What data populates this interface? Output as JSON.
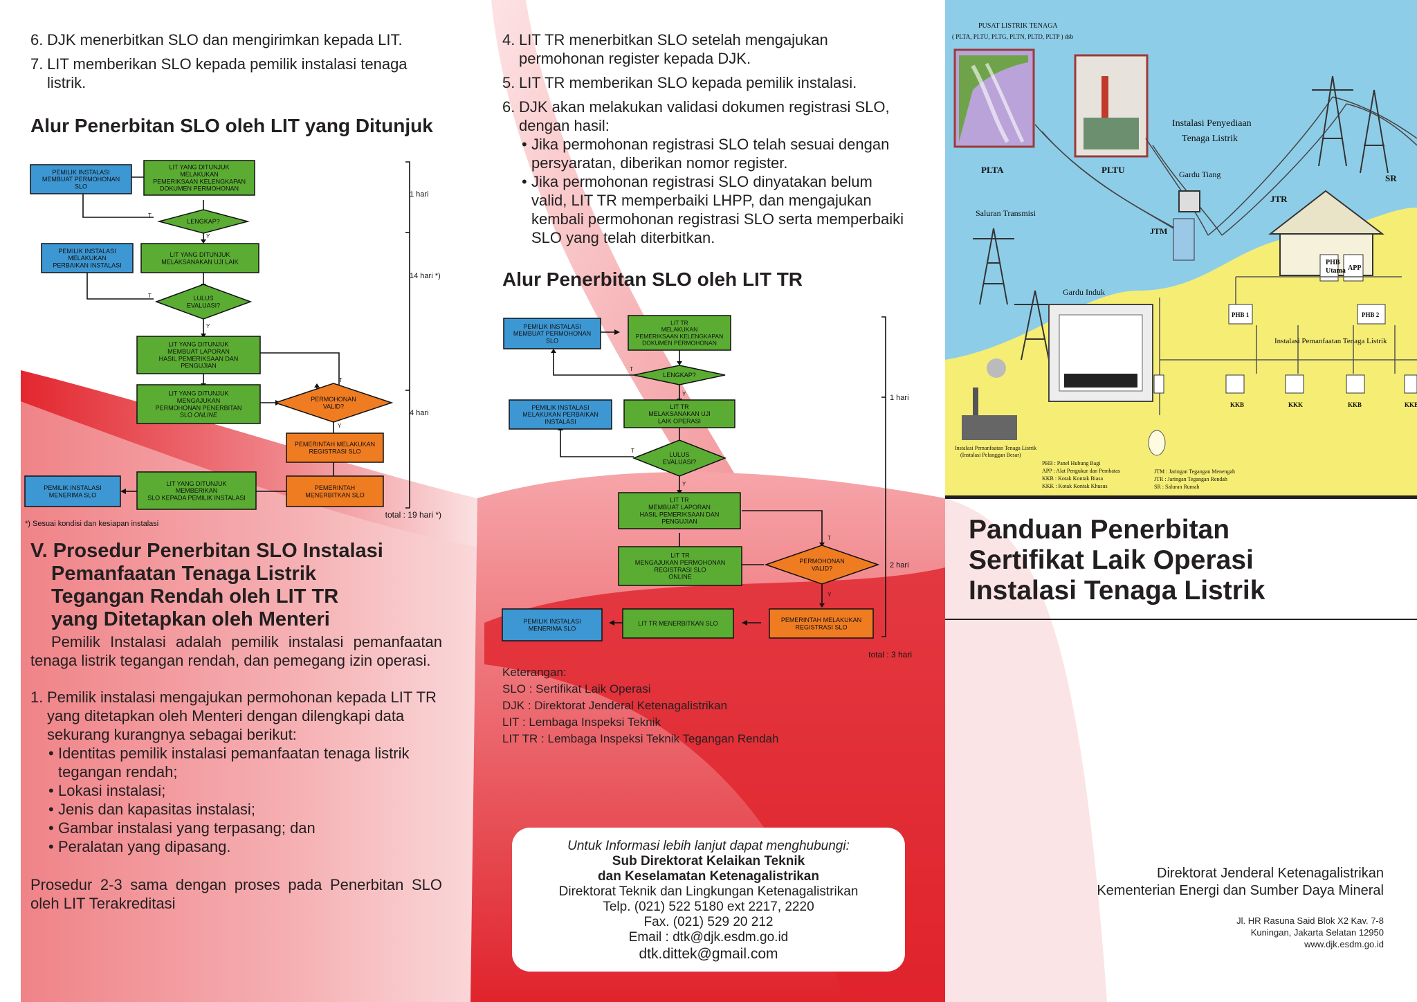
{
  "colors": {
    "red": "#e0232c",
    "pink": "#f7c6c8",
    "green": "#5aac32",
    "blue": "#3d97d3",
    "orange": "#f07c22",
    "sky": "#8ecde8",
    "sand": "#f6ee74"
  },
  "left": {
    "items_top": [
      {
        "num": "6.",
        "text": "DJK menerbitkan SLO dan mengirimkan kepada LIT."
      },
      {
        "num": "7.",
        "text": "LIT memberikan SLO kepada pemilik instalasi tenaga listrik."
      }
    ],
    "flow_title": "Alur Penerbitan SLO oleh LIT yang Ditunjuk",
    "flow": {
      "b1": "PEMILIK INSTALASI|MEMBUAT PERMOHONAN|SLO",
      "b2": "LIT YANG DITUNJUK|MELAKUKAN|PEMERIKSAAN KELENGKAPAN|DOKUMEN PERMOHONAN",
      "d1": "LENGKAP?",
      "b3": "PEMILIK INSTALASI|MELAKUKAN|PERBAIKAN INSTALASI",
      "b4": "LIT YANG DITUNJUK|MELAKSANAKAN UJI LAIK",
      "d2": "LULUS|EVALUASI?",
      "b5": "LIT YANG DITUNJUK|MEMBUAT LAPORAN|HASIL PEMERIKSAAN DAN|PENGUJIAN",
      "b6": "LIT YANG DITUNJUK|MENGAJUKAN|PERMOHONAN PENERBITAN|SLO ONLINE",
      "d3": "PERMOHONAN|VALID?",
      "b7": "PEMERINTAH MELAKUKAN|REGISTRASI SLO",
      "b8": "PEMILIK INSTALASI|MENERIMA SLO",
      "b9": "LIT YANG DITUNJUK|MEMBERIKAN|SLO KEPADA PEMILIK INSTALASI",
      "b10": "PEMERINTAH|MENERBITKAN SLO",
      "t": "T",
      "y": "Y",
      "time1": "1 hari",
      "time2": "14 hari *)",
      "time3": "4 hari",
      "total": "total : 19 hari *)",
      "note": "*)  Sesuai kondisi dan kesiapan instalasi"
    },
    "section_title": "V. Prosedur Penerbitan SLO Instalasi|Pemanfaatan Tenaga Listrik|Tegangan Rendah oleh LIT TR|yang Ditetapkan oleh Menteri",
    "intro": "Pemilik Instalasi adalah pemilik instalasi pemanfaatan tenaga listrik tegangan rendah, dan pemegang izin operasi.",
    "item1_num": "1.",
    "item1": "Pemilik instalasi mengajukan permohonan kepada LIT TR yang ditetapkan oleh Menteri dengan dilengkapi data sekurang kurangnya sebagai berikut:",
    "bullets": [
      "Identitas pemilik instalasi pemanfaatan tenaga listrik tegangan rendah;",
      "Lokasi instalasi;",
      "Jenis dan kapasitas instalasi;",
      "Gambar instalasi yang terpasang; dan",
      "Peralatan yang dipasang."
    ],
    "closing": "Prosedur 2-3 sama dengan proses pada Penerbitan SLO oleh LIT Terakreditasi"
  },
  "middle": {
    "items": [
      {
        "num": "4.",
        "text": "LIT TR menerbitkan SLO setelah mengajukan permohonan register kepada DJK."
      },
      {
        "num": "5.",
        "text": "LIT TR memberikan SLO kepada pemilik instalasi."
      },
      {
        "num": "6.",
        "text": "DJK akan melakukan validasi dokumen registrasi SLO, dengan hasil:"
      }
    ],
    "sub_bullets": [
      "Jika permohonan registrasi SLO telah sesuai dengan persyaratan, diberikan nomor register.",
      "Jika permohonan registrasi SLO dinyatakan belum valid, LIT TR memperbaiki LHPP, dan mengajukan kembali permohonan registrasi SLO serta memperbaiki SLO yang telah diterbitkan."
    ],
    "flow_title": "Alur Penerbitan SLO oleh LIT TR",
    "flow": {
      "b1": "PEMILIK INSTALASI|MEMBUAT PERMOHONAN|SLO",
      "b2": "LIT TR|MELAKUKAN|PEMERIKSAAN KELENGKAPAN|DOKUMEN PERMOHONAN",
      "d1": "LENGKAP?",
      "b3": "PEMILIK INSTALASI|MELAKUKAN PERBAIKAN|INSTALASI",
      "b4": "LIT TR|MELAKSANAKAN UJI|LAIK OPERASI",
      "d2": "LULUS|EVALUASI?",
      "b5": "LIT TR|MEMBUAT LAPORAN|HASIL PEMERIKSAAN DAN|PENGUJIAN",
      "b6": "LIT TR|MENGAJUKAN PERMOHONAN|REGISTRASI SLO|ONLINE",
      "d3": "PERMOHONAN|VALID?",
      "b7": "PEMILIK INSTALASI|MENERIMA SLO",
      "b8": "LIT TR MENERBITKAN SLO",
      "b9": "PEMERINTAH MELAKUKAN|REGISTRASI SLO",
      "t": "T",
      "y": "Y",
      "time1": "1 hari",
      "time2": "2 hari",
      "total": "total : 3 hari"
    },
    "legend_title": "Keterangan:",
    "legend": [
      "SLO : Sertifikat Laik Operasi",
      "DJK : Direktorat Jenderal Ketenagalistrikan",
      "LIT  : Lembaga Inspeksi Teknik",
      "LIT TR : Lembaga Inspeksi Teknik Tegangan Rendah"
    ],
    "contact": {
      "intro": "Untuk Informasi lebih lanjut dapat menghubungi:",
      "org1": "Sub Direktorat Kelaikan Teknik",
      "org2": "dan Keselamatan Ketenagalistrikan",
      "dept": "Direktorat Teknik dan Lingkungan Ketenagalistrikan",
      "tel": "Telp. (021) 522 5180 ext 2217, 2220",
      "fax": "Fax. (021) 529 20 212",
      "email": "Email : dtk@djk.esdm.go.id",
      "email2": "dtk.dittek@gmail.com"
    }
  },
  "right": {
    "diagram": {
      "pusat": "PUSAT LISTRIK TENAGA",
      "pusat_sub": "( PLTA, PLTU, PLTG, PLTN, PLTD, PLTP ) dsb",
      "plta": "PLTA",
      "pltu": "PLTU",
      "ips": "Instalasi Penyediaan|Tenaga Listrik",
      "gardu_tiang": "Gardu Tiang",
      "sr": "SR",
      "jtr": "JTR",
      "saluran": "Saluran Transmisi",
      "jtm": "JTM",
      "gardu_induk": "Gardu Induk",
      "phb_utama": "PHB|Utama",
      "app": "APP",
      "phb1": "PHB 1",
      "phb2": "PHB 2",
      "ipt": "Instalasi Pemanfaatan Tenaga Listrik",
      "ipt_besar": "Instalasi Pemanfaatan Tenaga Listrik|(Instalasi Pelanggan Besar)",
      "kkb": "KKB",
      "kkk": "KKK",
      "leg_left": [
        "PHB : Panel Hubung Bagi",
        "APP : Alat Pengukur dan Pembatas",
        "KKB : Kotak Kontak Biasa",
        "KKK : Kotak Kontak Khusus"
      ],
      "leg_right": [
        "JTM : Jaringan Tegangan Menengah",
        "JTR : Jaringan Tegangan Rendah",
        "SR   : Saluran Rumah"
      ]
    },
    "cover_title": "Panduan Penerbitan|Sertifikat Laik Operasi|Instalasi Tenaga Listrik",
    "publisher1": "Direktorat Jenderal Ketenagalistrikan",
    "publisher2": "Kementerian Energi dan Sumber Daya Mineral",
    "address1": "Jl. HR Rasuna Said Blok X2 Kav. 7-8",
    "address2": "Kuningan, Jakarta Selatan 12950",
    "web": "www.djk.esdm.go.id"
  }
}
